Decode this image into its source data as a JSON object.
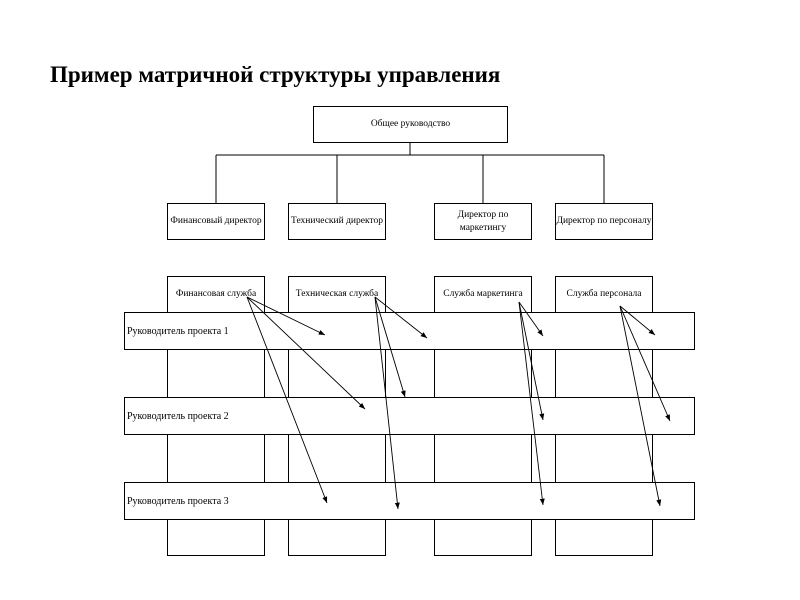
{
  "title": "Пример матричной структуры управления",
  "top": {
    "label": "Общее руководство"
  },
  "directors": [
    {
      "label": "Финансовый директор"
    },
    {
      "label": "Технический директор"
    },
    {
      "label": "Директор по маркетингу"
    },
    {
      "label": "Директор по персоналу"
    }
  ],
  "services": [
    {
      "label": "Финансовая служба"
    },
    {
      "label": "Техническая служба"
    },
    {
      "label": "Служба маркетинга"
    },
    {
      "label": "Служба персонала"
    }
  ],
  "projects": [
    {
      "label": "Руководитель проекта 1"
    },
    {
      "label": "Руководитель проекта 2"
    },
    {
      "label": "Руководитель проекта 3"
    }
  ]
}
